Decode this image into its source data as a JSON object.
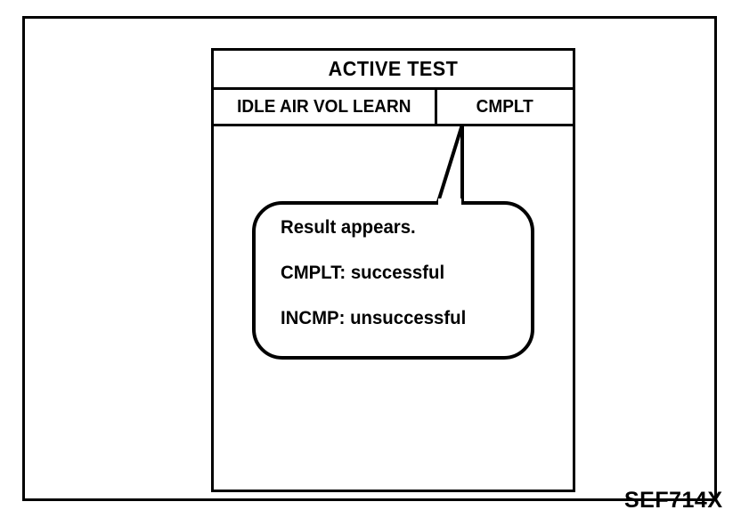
{
  "figure": {
    "id_label": "SEF714X",
    "frame_color": "#000000",
    "background_color": "#FFFFFF"
  },
  "scan_tool": {
    "title": "ACTIVE TEST",
    "rows": [
      {
        "item_label": "IDLE AIR VOL LEARN",
        "item_value": "CMPLT"
      }
    ]
  },
  "callout": {
    "lines": [
      "Result appears.",
      "CMPLT: successful",
      "INCMP: unsuccessful"
    ],
    "pointer_target": "CMPLT"
  }
}
